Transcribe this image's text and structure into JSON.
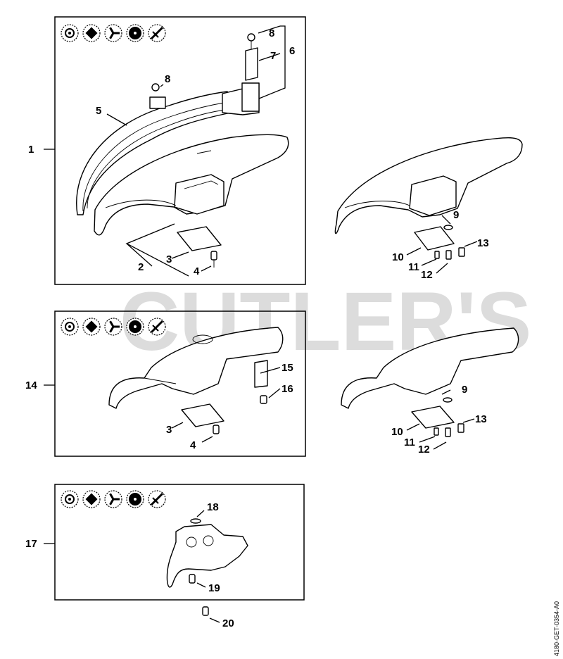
{
  "watermark": "CUTLER'S",
  "drawing_code": "4180-GET-0354-A0",
  "icon_set_1": [
    "grass-blade-icon",
    "square-cutter-icon",
    "three-blade-icon",
    "circular-saw-icon",
    "brush-knife-icon"
  ],
  "icon_set_2": [
    "grass-blade-icon",
    "square-cutter-icon",
    "three-blade-icon",
    "circular-saw-icon",
    "brush-knife-icon"
  ],
  "icon_set_3": [
    "grass-blade-icon",
    "square-cutter-icon",
    "three-blade-icon",
    "circular-saw-icon",
    "brush-knife-icon"
  ],
  "labels": {
    "p1": "1",
    "p2": "2",
    "p3a": "3",
    "p4a": "4",
    "p5": "5",
    "p6": "6",
    "p7": "7",
    "p8a": "8",
    "p8b": "8",
    "p9a": "9",
    "p10a": "10",
    "p11a": "11",
    "p12a": "12",
    "p13a": "13",
    "p14": "14",
    "p3b": "3",
    "p4b": "4",
    "p15": "15",
    "p16": "16",
    "p9b": "9",
    "p10b": "10",
    "p11b": "11",
    "p12b": "12",
    "p13b": "13",
    "p17": "17",
    "p18": "18",
    "p19": "19",
    "p20": "20"
  }
}
